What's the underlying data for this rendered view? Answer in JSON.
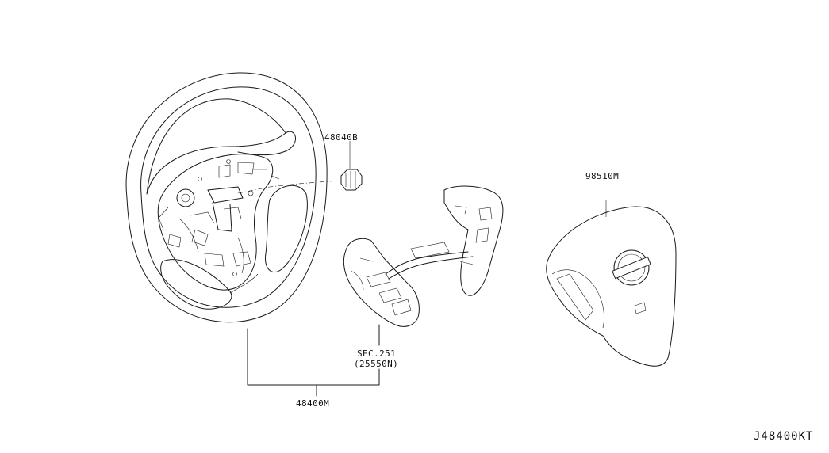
{
  "diagram": {
    "code": "J48400KT",
    "parts": {
      "steering_wheel_assy": "48400M",
      "screw": "48040B",
      "airbag_module": "98510M",
      "switch_ref_line1": "SEC.251",
      "switch_ref_line2": "(25550N)"
    }
  }
}
